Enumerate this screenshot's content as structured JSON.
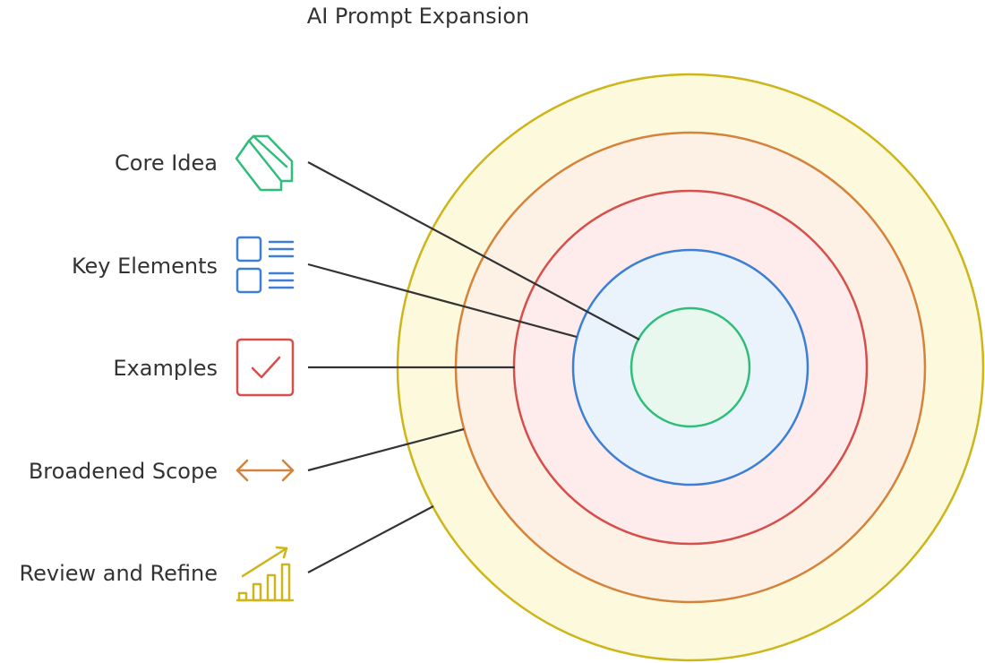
{
  "title": "AI Prompt Expansion",
  "layers": [
    {
      "label": "Core Idea",
      "icon": "diamond-tag-icon",
      "color": "#2fbd7a",
      "fill": "#e8f8ef"
    },
    {
      "label": "Key Elements",
      "icon": "checklist-icon",
      "color": "#3c7fd4",
      "fill": "#eaf2fc"
    },
    {
      "label": "Examples",
      "icon": "checkbox-checked-icon",
      "color": "#d64f4a",
      "fill": "#fdeceb"
    },
    {
      "label": "Broadened Scope",
      "icon": "double-arrow-icon",
      "color": "#d5823a",
      "fill": "#fdf0e5"
    },
    {
      "label": "Review and Refine",
      "icon": "bar-chart-trend-icon",
      "color": "#cdb51a",
      "fill": "#fdf9dc"
    }
  ],
  "connector_color": "#333333"
}
